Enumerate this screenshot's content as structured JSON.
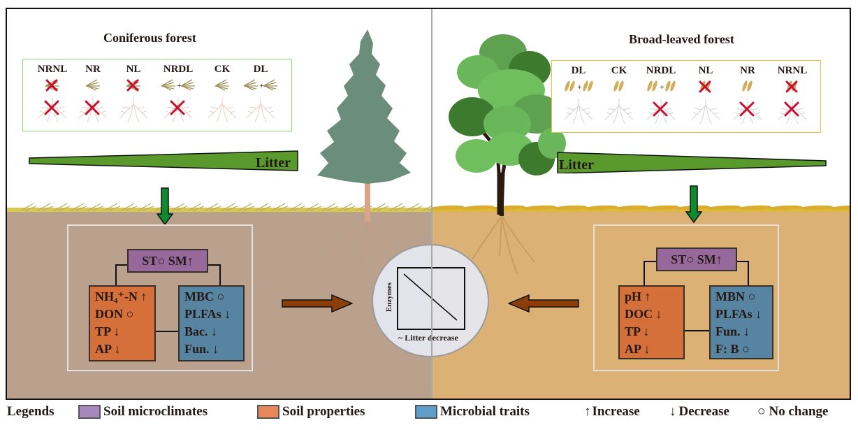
{
  "panels": {
    "coniferous": {
      "title": "Coniferous forest",
      "treatments": [
        {
          "label": "NRNL",
          "litter": "needle",
          "litter_removed": true,
          "roots_removed": true,
          "doubled": false
        },
        {
          "label": "NR",
          "litter": "needle",
          "litter_removed": false,
          "roots_removed": true,
          "doubled": false
        },
        {
          "label": "NL",
          "litter": "needle",
          "litter_removed": true,
          "roots_removed": false,
          "doubled": false
        },
        {
          "label": "NRDL",
          "litter": "needle",
          "litter_removed": false,
          "roots_removed": true,
          "doubled": true
        },
        {
          "label": "CK",
          "litter": "needle",
          "litter_removed": false,
          "roots_removed": false,
          "doubled": false
        },
        {
          "label": "DL",
          "litter": "needle",
          "litter_removed": false,
          "roots_removed": false,
          "doubled": true
        }
      ],
      "litter_gradient_label": "Litter",
      "microclimates": {
        "ST": "ST",
        "ST_change": "no-change",
        "SM": "SM",
        "SM_change": "increase"
      },
      "soil_properties": [
        {
          "name": "NH₄⁺-N",
          "change": "increase"
        },
        {
          "name": "DON",
          "change": "no-change"
        },
        {
          "name": "TP",
          "change": "decrease"
        },
        {
          "name": "AP",
          "change": "decrease"
        }
      ],
      "microbial_traits": [
        {
          "name": "MBC",
          "change": "no-change"
        },
        {
          "name": "PLFAs",
          "change": "decrease"
        },
        {
          "name": "Bac.",
          "change": "decrease"
        },
        {
          "name": "Fun.",
          "change": "decrease"
        }
      ]
    },
    "broadleaved": {
      "title": "Broad-leaved forest",
      "treatments": [
        {
          "label": "DL",
          "litter": "leaf",
          "litter_removed": false,
          "roots_removed": false,
          "doubled": true
        },
        {
          "label": "CK",
          "litter": "leaf",
          "litter_removed": false,
          "roots_removed": false,
          "doubled": false
        },
        {
          "label": "NRDL",
          "litter": "leaf",
          "litter_removed": false,
          "roots_removed": true,
          "doubled": true
        },
        {
          "label": "NL",
          "litter": "leaf",
          "litter_removed": true,
          "roots_removed": false,
          "doubled": false
        },
        {
          "label": "NR",
          "litter": "leaf",
          "litter_removed": false,
          "roots_removed": true,
          "doubled": false
        },
        {
          "label": "NRNL",
          "litter": "leaf",
          "litter_removed": true,
          "roots_removed": true,
          "doubled": false
        }
      ],
      "litter_gradient_label": "Litter",
      "microclimates": {
        "ST": "ST",
        "ST_change": "no-change",
        "SM": "SM",
        "SM_change": "increase"
      },
      "soil_properties": [
        {
          "name": "pH",
          "change": "increase"
        },
        {
          "name": "DOC",
          "change": "decrease"
        },
        {
          "name": "TP",
          "change": "decrease"
        },
        {
          "name": "AP",
          "change": "decrease"
        }
      ],
      "microbial_traits": [
        {
          "name": "MBN",
          "change": "no-change"
        },
        {
          "name": "PLFAs",
          "change": "decrease"
        },
        {
          "name": "Fun.",
          "change": "decrease"
        },
        {
          "name": "F: B",
          "change": "no-change"
        }
      ]
    }
  },
  "center_plot": {
    "ylabel": "Enzymes",
    "xlabel": "~ Litter decrease",
    "trend": "negative-linear"
  },
  "symbols": {
    "increase": "↑",
    "decrease": "↓",
    "no-change": "○",
    "plus": "+"
  },
  "legend": {
    "title": "Legends",
    "items": [
      {
        "label": "Soil microclimates",
        "color": "#a887bf"
      },
      {
        "label": "Soil properties",
        "color": "#e6895a"
      },
      {
        "label": "Microbial traits",
        "color": "#609fcb"
      },
      {
        "label": "Increase",
        "symbol": "↑"
      },
      {
        "label": "Decrease",
        "symbol": "↓"
      },
      {
        "label": "No change",
        "symbol": "○"
      }
    ]
  },
  "colors": {
    "conifer_soil": "#b9a18d",
    "broadleaf_soil": "#dbb176",
    "litter_wedge": "#5a9a2c",
    "down_arrow": "#0f8a2f",
    "brown_arrow": "#8b3d0a",
    "removed_x": "#c8102e"
  }
}
